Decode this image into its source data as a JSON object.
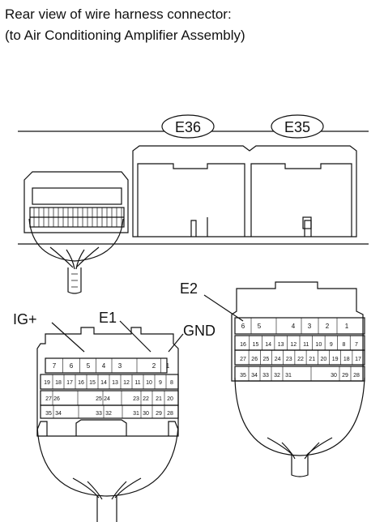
{
  "title": {
    "line1": "Rear view of wire harness connector:",
    "line2": "(to Air Conditioning Amplifier Assembly)"
  },
  "connectors": {
    "e36": "E36",
    "e35": "E35"
  },
  "callouts": {
    "ig_plus": "IG+",
    "e1": "E1",
    "gnd": "GND",
    "e2": "E2"
  },
  "e36_pins": {
    "row1": [
      "7",
      "6",
      "5",
      "4",
      "3",
      "2",
      "1"
    ],
    "row2": [
      "19",
      "18",
      "17",
      "16",
      "15",
      "14",
      "13",
      "12",
      "11",
      "10",
      "9",
      "8"
    ],
    "row3": [
      "27",
      "26",
      "25",
      "24",
      "23",
      "22",
      "21",
      "20"
    ],
    "row4": [
      "35",
      "34",
      "33",
      "32",
      "31",
      "30",
      "29",
      "28"
    ]
  },
  "e35_pins": {
    "row1": [
      "6",
      "5",
      "4",
      "3",
      "2",
      "1"
    ],
    "row2": [
      "16",
      "15",
      "14",
      "13",
      "12",
      "11",
      "10",
      "9",
      "8",
      "7"
    ],
    "row3": [
      "27",
      "26",
      "25",
      "24",
      "23",
      "22",
      "21",
      "20",
      "19",
      "18",
      "17"
    ],
    "row4": [
      "35",
      "34",
      "33",
      "32",
      "31",
      "30",
      "29",
      "28"
    ]
  }
}
